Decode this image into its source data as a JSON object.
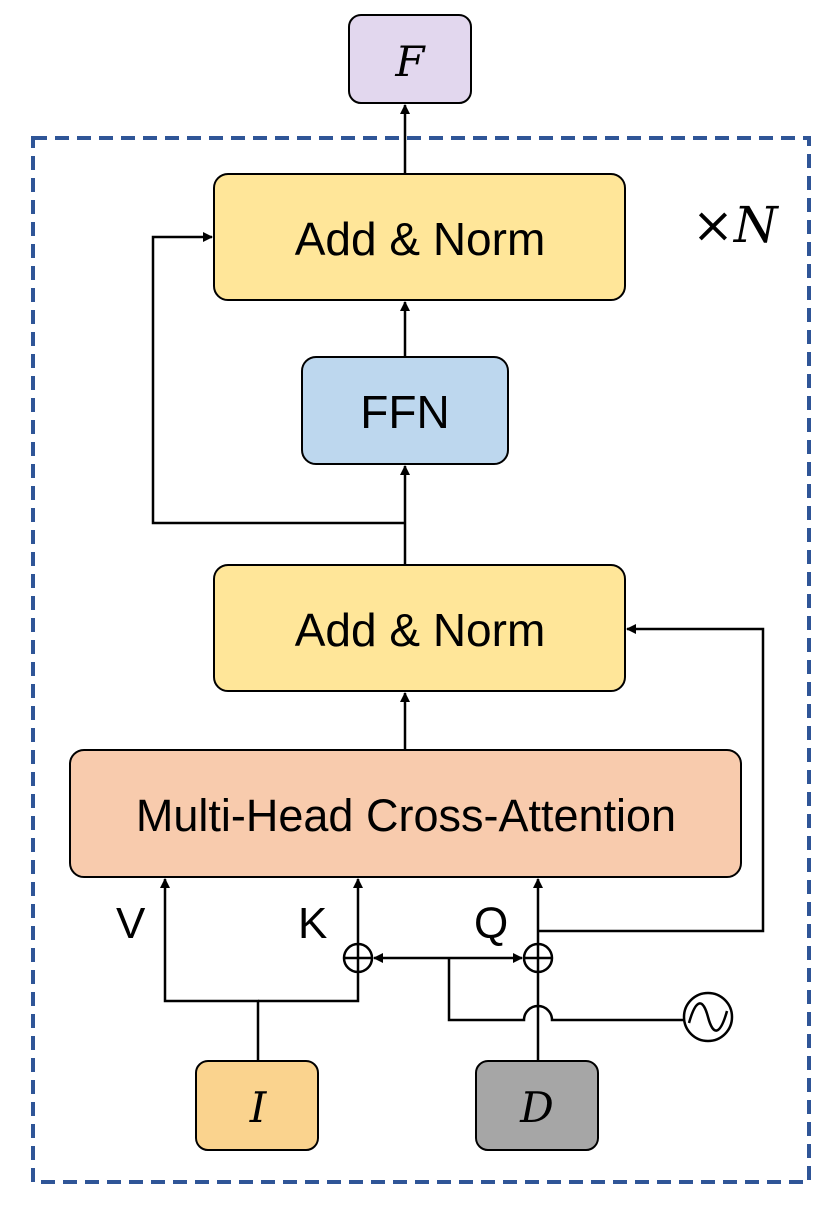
{
  "colors": {
    "output_box": "#e2d7ee",
    "add_norm": "#ffe699",
    "ffn": "#bdd7ee",
    "attention": "#f8cbad",
    "input_i": "#fad38e",
    "input_d": "#a6a6a6",
    "border_dashed": "#2f5597",
    "stroke": "#000000"
  },
  "output": {
    "label": "F"
  },
  "repeat_label": "×N",
  "blocks": {
    "add_norm_top": "Add & Norm",
    "ffn": "FFN",
    "add_norm_bottom": "Add & Norm",
    "attention": "Multi-Head Cross-Attention"
  },
  "ports": {
    "v": "V",
    "k": "K",
    "q": "Q"
  },
  "inputs": {
    "i": "I",
    "d": "D"
  },
  "icons": {
    "plus_k": "circle-plus-icon",
    "plus_q": "circle-plus-icon",
    "positional_encoding": "sine-wave-icon"
  }
}
